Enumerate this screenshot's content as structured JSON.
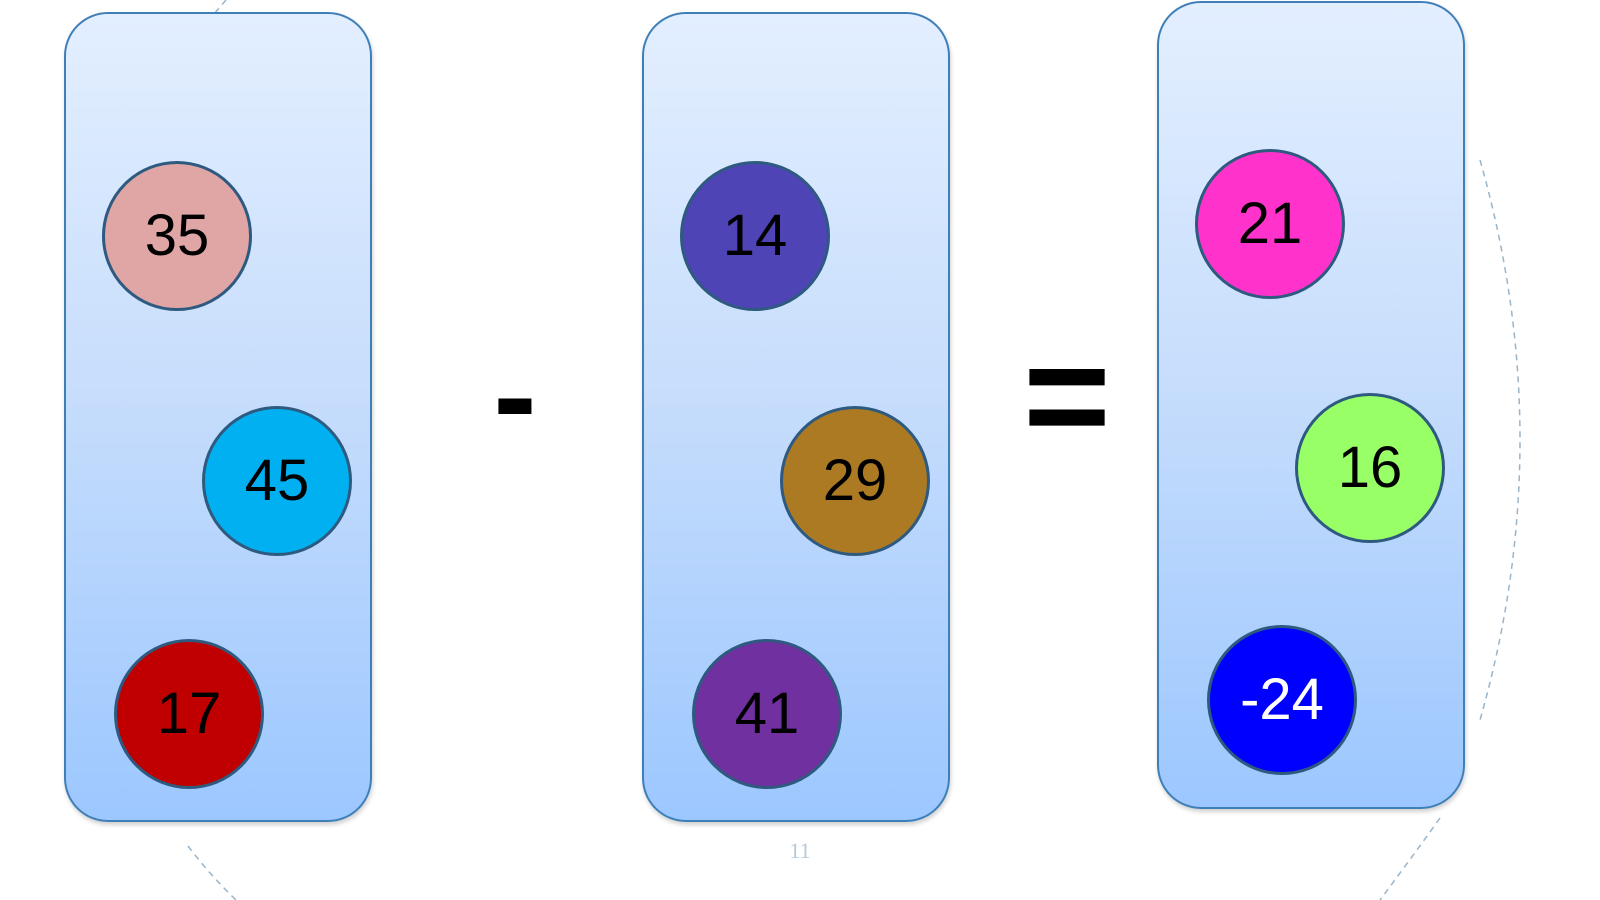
{
  "operators": {
    "minus": "-",
    "equals": "="
  },
  "panels": [
    {
      "balls": [
        {
          "label": "35",
          "color": "#e0a6a6",
          "text_color": "#000000"
        },
        {
          "label": "45",
          "color": "#00b0f0",
          "text_color": "#000000"
        },
        {
          "label": "17",
          "color": "#c00000",
          "text_color": "#000000"
        }
      ]
    },
    {
      "balls": [
        {
          "label": "14",
          "color": "#4f44b6",
          "text_color": "#000000"
        },
        {
          "label": "29",
          "color": "#ab7a22",
          "text_color": "#000000"
        },
        {
          "label": "41",
          "color": "#7030a0",
          "text_color": "#000000"
        }
      ]
    },
    {
      "balls": [
        {
          "label": "21",
          "color": "#ff33cc",
          "text_color": "#000000"
        },
        {
          "label": "16",
          "color": "#99ff66",
          "text_color": "#000000"
        },
        {
          "label": "-24",
          "color": "#0000ff",
          "text_color": "#ffffff"
        }
      ]
    }
  ],
  "footer": {
    "page_number": "11"
  }
}
